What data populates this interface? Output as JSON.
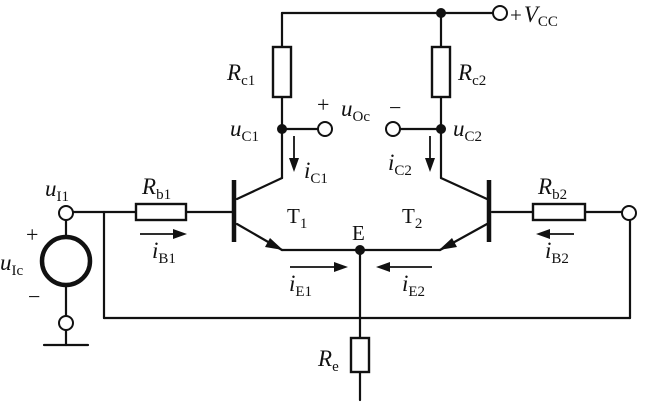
{
  "supply": {
    "sign": "+",
    "name": "V",
    "sub": "CC"
  },
  "resistors": {
    "rc1": {
      "name": "R",
      "sub": "c1"
    },
    "rc2": {
      "name": "R",
      "sub": "c2"
    },
    "rb1": {
      "name": "R",
      "sub": "b1"
    },
    "rb2": {
      "name": "R",
      "sub": "b2"
    },
    "re": {
      "name": "R",
      "sub": "e"
    }
  },
  "transistors": {
    "t1": {
      "name": "T",
      "sub": "1"
    },
    "t2": {
      "name": "T",
      "sub": "2"
    }
  },
  "nodes": {
    "uc1": {
      "name": "u",
      "sub": "C1"
    },
    "uc2": {
      "name": "u",
      "sub": "C2"
    },
    "ui1": {
      "name": "u",
      "sub": "I1"
    },
    "emitter": "E"
  },
  "output": {
    "plus": "+",
    "name": "u",
    "sub": "Oc",
    "minus": "−"
  },
  "source": {
    "plus": "+",
    "minus": "−",
    "name": "u",
    "sub": "Ic"
  },
  "currents": {
    "ic1": {
      "name": "i",
      "sub": "C1"
    },
    "ic2": {
      "name": "i",
      "sub": "C2"
    },
    "ib1": {
      "name": "i",
      "sub": "B1"
    },
    "ib2": {
      "name": "i",
      "sub": "B2"
    },
    "ie1": {
      "name": "i",
      "sub": "E1"
    },
    "ie2": {
      "name": "i",
      "sub": "E2"
    }
  }
}
